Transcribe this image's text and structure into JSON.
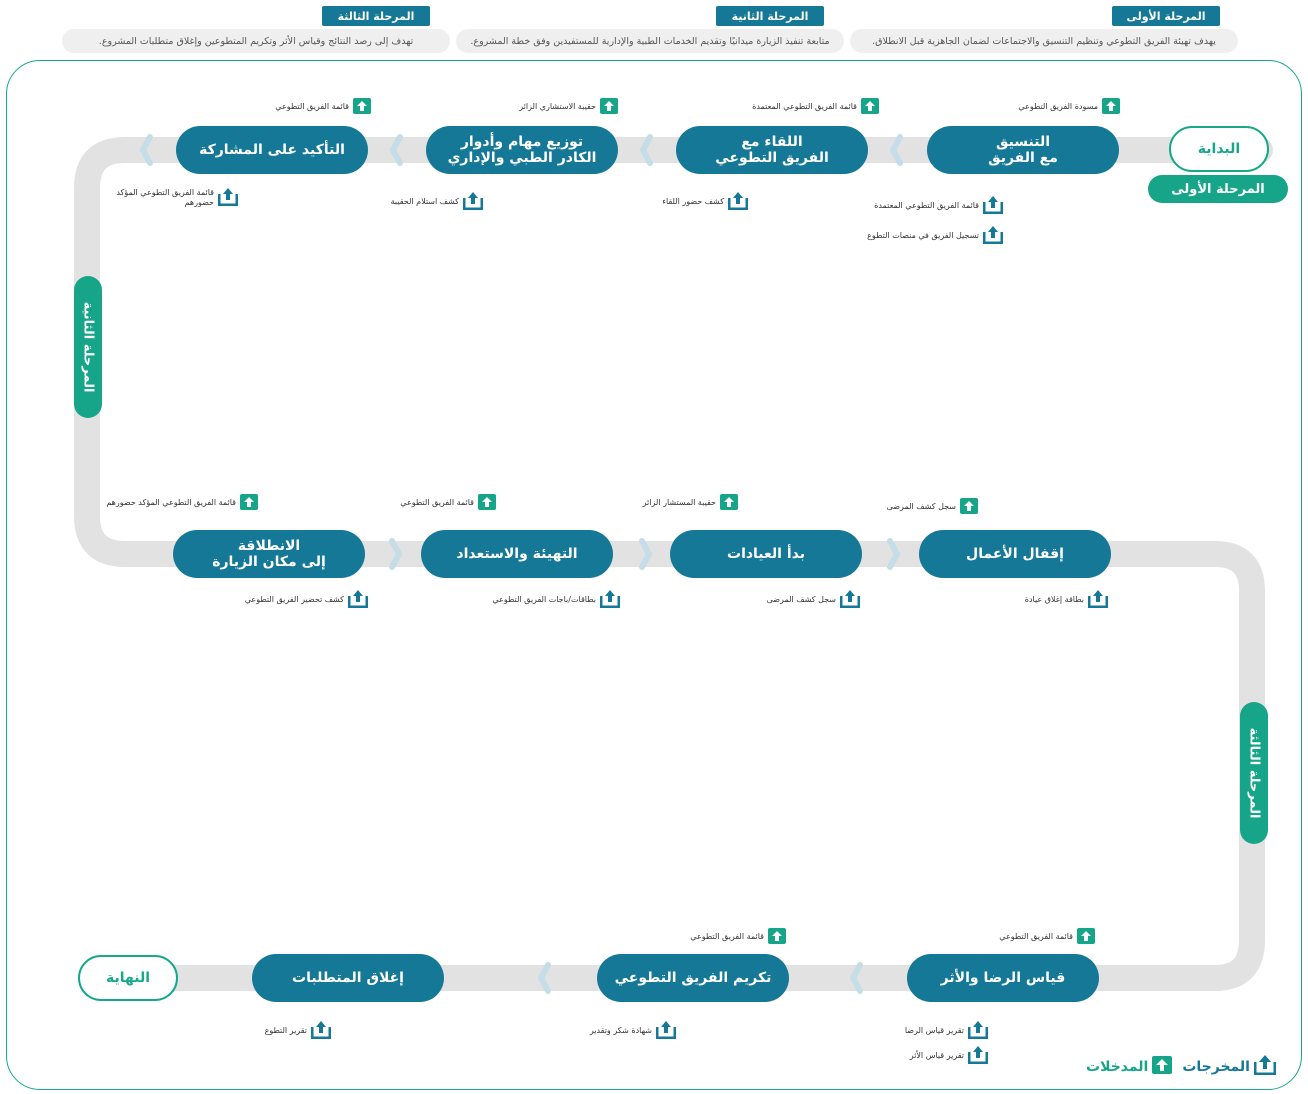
{
  "phases": [
    {
      "label": "المرحلة الأولى",
      "desc": "يهدف تهيئة الفريق التطوعي وتنظيم التنسيق والاجتماعات لضمان الجاهزية قبل الانطلاق."
    },
    {
      "label": "المرحلة الثانية",
      "desc": "متابعة تنفيذ الزيارة ميدانيًا وتقديم الخدمات الطبية والإدارية للمستفيدين وفق خطة المشروع."
    },
    {
      "label": "المرحلة الثالثة",
      "desc": "تهدف إلى رصد النتائج وقياس الأثر وتكريم المتطوعين وإغلاق متطلبات المشروع."
    }
  ],
  "start_label": "البداية",
  "end_label": "النهاية",
  "row_labels": {
    "row1": "المرحلة الأولى",
    "row2": "المرحلة الثانية",
    "row3": "المرحلة الثالثة"
  },
  "steps": {
    "r1": [
      "التنسيق\nمع الفريق",
      "اللقاء مع\nالفريق التطوعي",
      "توزيع مهام وأدوار\nالكادر الطبي والإداري",
      "التأكيد على المشاركة"
    ],
    "r2": [
      "إقفال الأعمال",
      "بدأ العيادات",
      "التهيئة والاستعداد",
      "الانطلاقة\nإلى مكان الزيارة"
    ],
    "r3": [
      "قياس الرضا والأثر",
      "تكريم الفريق التطوعي",
      "إغلاق المتطلبات"
    ]
  },
  "inputs": {
    "r1": [
      "مسودة الفريق التطوعي",
      "قائمة الفريق التطوعي المعتمدة",
      "حقيبة الاستشاري الزائر",
      "قائمة الفريق التطوعي"
    ],
    "r2": [
      "سجل كشف المرضى",
      "حقيبة المستشار الزائر",
      "قائمة الفريق التطوعي",
      "قائمة الفريق التطوعي المؤكد حضورهم"
    ],
    "r3": [
      "قائمة الفريق التطوعي",
      "قائمة الفريق التطوعي"
    ]
  },
  "outputs": {
    "r1": [
      "قائمة الفريق التطوعي المعتمدة",
      "تسجيل الفريق في منصات التطوع",
      "كشف حضور اللقاء",
      "كشف استلام الحقيبة",
      "قائمة الفريق التطوعي المؤكد\nحضورهم"
    ],
    "r2": [
      "بطاقة إغلاق عيادة",
      "سجل كشف المرضى",
      "بطاقات/باجات الفريق التطوعي",
      "كشف تحضير الفريق التطوعي"
    ],
    "r3": [
      "تقرير قياس الرضا",
      "تقرير قياس الأثر",
      "شهادة شكر وتقدير",
      "تقرير التطوع"
    ]
  },
  "legend": {
    "outputs": "المخرجات",
    "inputs": "المدخلات"
  },
  "colors": {
    "primary": "#157896",
    "accent": "#16a589",
    "track": "#e2e2e2"
  }
}
